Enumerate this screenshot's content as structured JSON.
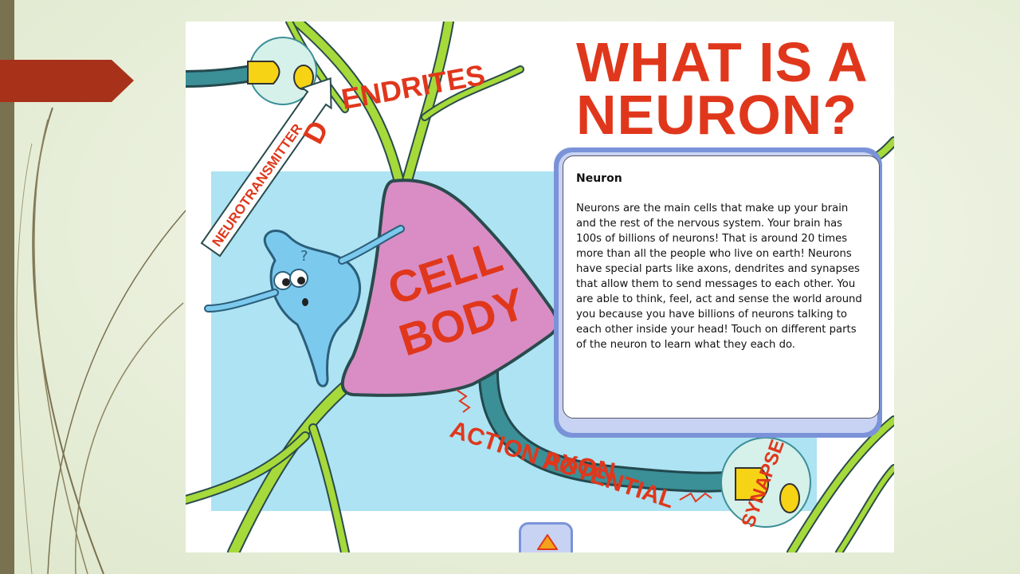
{
  "slide": {
    "title_line1": "WHAT IS A",
    "title_line2": "NEURON?",
    "labels": {
      "dendrites": "DENDRITES",
      "neurotransmitter": "NEUROTRANSMITTER",
      "cell_body_line1": "CELL",
      "cell_body_line2": "BODY",
      "axon": "AXON",
      "action_potential": "ACTION POTENTIAL",
      "synapse": "SYNAPSE",
      "question_mark": "?"
    },
    "info_panel": {
      "heading": "Neuron",
      "body": "Neurons are the main cells that make up your brain and the rest of the nervous system. Your brain has 100s of billions of neurons! That is around 20 times more than all the people who live on earth! Neurons have special parts like axons, dendrites and synapses that allow them to send messages to each other. You are able to think, feel, act and sense the world around you because you have billions of neurons talking to each other inside your head! Touch on different parts of the neuron to learn what they each do."
    }
  },
  "colors": {
    "accent_red": "#e0371c",
    "left_arrow": "#a8311a",
    "left_bar": "#7a7150",
    "cell_body": "#d98dc4",
    "dendrite_green": "#a6d93a",
    "axon_teal": "#3b8f97",
    "sky_blue": "#ade3f2",
    "panel_border": "#7a93d8"
  },
  "icons": {
    "up_button": "triangle-up-icon"
  }
}
